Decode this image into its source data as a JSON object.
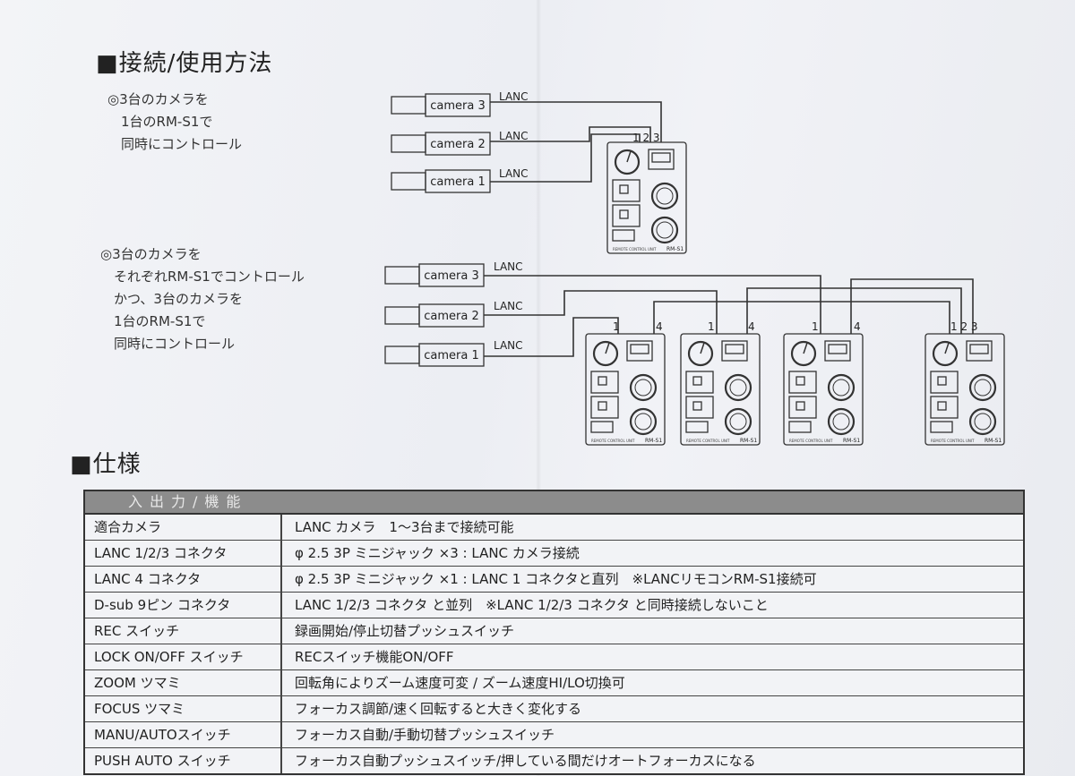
{
  "headings": {
    "connection": "■接続/使用方法",
    "spec": "■仕様"
  },
  "notes": {
    "setup1": "◎3台のカメラを\n　1台のRM-S1で\n　同時にコントロール",
    "setup2": "◎3台のカメラを\n　それぞれRM-S1でコントロール\n　かつ、3台のカメラを\n　1台のRM-S1で\n　同時にコントロール"
  },
  "diagram": {
    "camera_labels": [
      "camera 3",
      "camera 2",
      "camera 1"
    ],
    "cable_label": "LANC",
    "port_labels_single": "1 2 3",
    "port_1": "1",
    "port_4": "4",
    "unit_model": "RM-S1",
    "unit_caption": "REMOTE CONTROL UNIT"
  },
  "spec": {
    "header": "入出力/機能",
    "rows": [
      {
        "label": "適合カメラ",
        "value": "LANC カメラ　1〜3台まで接続可能"
      },
      {
        "label": "LANC 1/2/3 コネクタ",
        "value": "φ 2.5 3P ミニジャック ×3 : LANC カメラ接続"
      },
      {
        "label": "LANC 4 コネクタ",
        "value": "φ 2.5 3P ミニジャック ×1 : LANC 1 コネクタと直列　※LANCリモコンRM-S1接続可"
      },
      {
        "label": "D-sub 9ピン コネクタ",
        "value": "LANC 1/2/3 コネクタ と並列　※LANC 1/2/3 コネクタ と同時接続しないこと"
      },
      {
        "label": "REC スイッチ",
        "value": "録画開始/停止切替プッシュスイッチ"
      },
      {
        "label": "LOCK ON/OFF スイッチ",
        "value": "RECスイッチ機能ON/OFF"
      },
      {
        "label": "ZOOM ツマミ",
        "value": "回転角によりズーム速度可変 / ズーム速度HI/LO切換可"
      },
      {
        "label": "FOCUS ツマミ",
        "value": "フォーカス調節/速く回転すると大きく変化する"
      },
      {
        "label": "MANU/AUTOスイッチ",
        "value": "フォーカス自動/手動切替プッシュスイッチ"
      },
      {
        "label": "PUSH AUTO スイッチ",
        "value": "フォーカス自動プッシュスイッチ/押している間だけオートフォーカスになる"
      }
    ]
  }
}
